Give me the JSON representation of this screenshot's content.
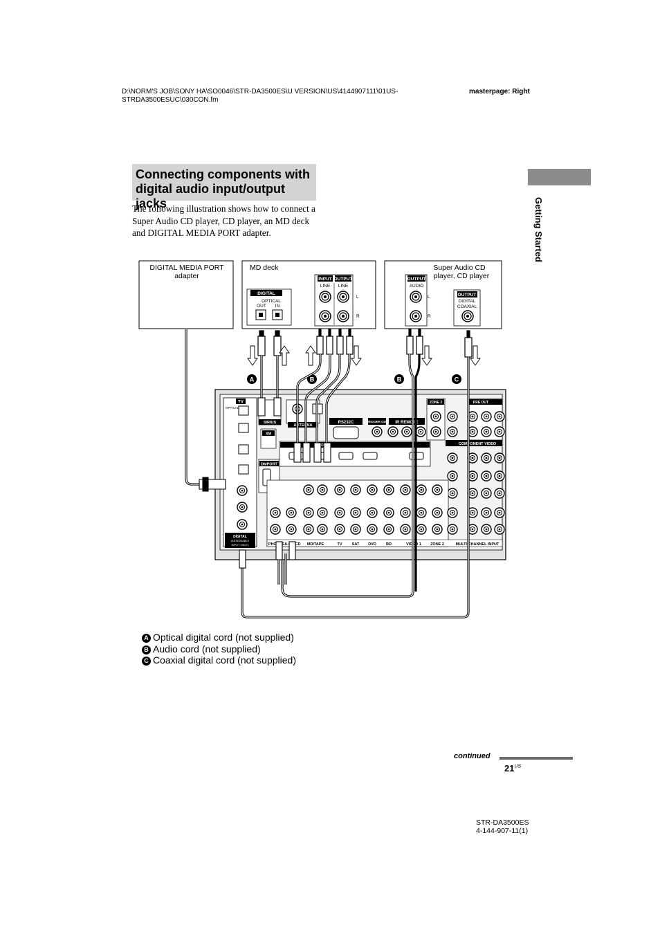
{
  "header": {
    "path": "D:\\NORM'S JOB\\SONY HA\\SO0046\\STR-DA3500ES\\U VERSION\\US\\4144907111\\01US-STRDA3500ESUC\\030CON.fm",
    "masterpage": "masterpage: Right"
  },
  "side_label": "Getting Started",
  "section": {
    "title": "Connecting components with digital audio input/output jacks",
    "intro": "The following illustration shows how to connect a Super Audio CD player, CD player, an MD deck and DIGITAL MEDIA PORT adapter."
  },
  "diagram": {
    "dmport_box": [
      "DIGITAL MEDIA PORT",
      "adapter"
    ],
    "md_box": "MD deck",
    "sacd_box": [
      "Super Audio CD",
      "player, CD player"
    ],
    "digital": "DIGITAL",
    "optical": "OPTICAL",
    "out": "OUT",
    "in": "IN",
    "input": "INPUT",
    "output": "OUTPUT",
    "line": "LINE",
    "audio": "AUDIO",
    "coaxial": [
      "DIGITAL",
      "COAXIAL"
    ],
    "l": "L",
    "r": "R",
    "markers": [
      "A",
      "B",
      "B",
      "C"
    ],
    "receiver": {
      "tv": "TV",
      "optical": "OPTICAL",
      "xm": "XM",
      "sirius": "SIRIUS",
      "antenna": "ANTENNA",
      "rs232c": "RS232C",
      "trigger": "TRIGGER OUT",
      "ir_remote": "IR REMOTE",
      "zone3": "ZONE 3",
      "pre_out": "PRE OUT",
      "component_video": "COMPONENT VIDEO",
      "hdmi": "HDMI",
      "dmport": "DMPORT",
      "digital_assignable": [
        "DIGITAL",
        "(ASSIGNABLE",
        "INPUT ONLY)"
      ],
      "bottom_labels": [
        "PHONO",
        "SA-CD/CD",
        "MD/TAPE",
        "TV",
        "SAT",
        "DVD",
        "BD",
        "VIDEO 1",
        "ZONE 2",
        "MULTI CHANNEL INPUT"
      ]
    }
  },
  "legend": [
    {
      "badge": "A",
      "text": "Optical digital cord (not supplied)"
    },
    {
      "badge": "B",
      "text": "Audio cord (not supplied)"
    },
    {
      "badge": "C",
      "text": "Coaxial digital cord (not supplied)"
    }
  ],
  "page": {
    "continued": "continued",
    "number": "21",
    "suffix": "US"
  },
  "footer": {
    "model": "STR-DA3500ES",
    "code": "4-144-907-11(1)"
  }
}
